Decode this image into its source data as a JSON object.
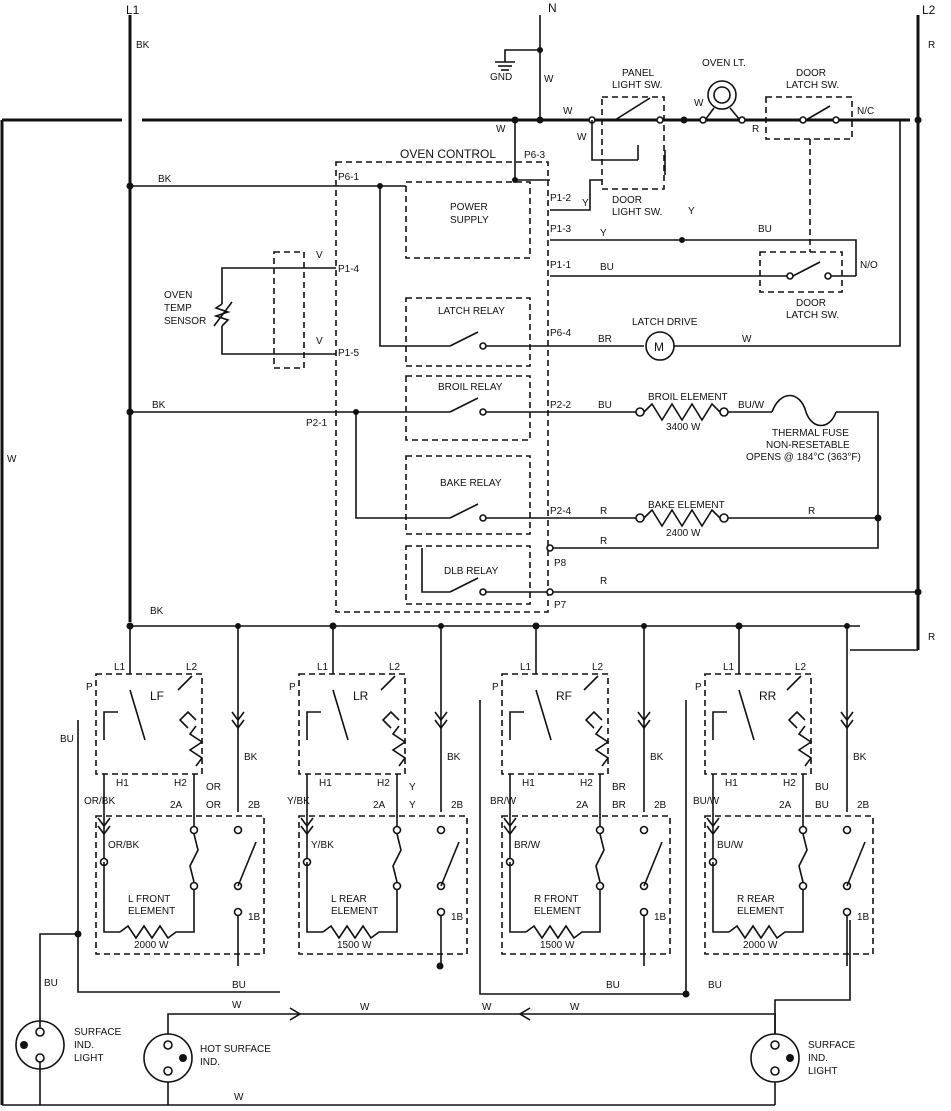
{
  "lines": {
    "l1": "L1",
    "l2": "L2",
    "n": "N"
  },
  "ground": "GND",
  "oven_control": {
    "title": "OVEN CONTROL",
    "power_supply": [
      "POWER",
      "SUPPLY"
    ],
    "latch_relay": "LATCH RELAY",
    "broil_relay": "BROIL RELAY",
    "bake_relay": "BAKE RELAY",
    "dlb_relay": "DLB RELAY",
    "pins": {
      "p6_1": "P6-1",
      "p6_3": "P6-3",
      "p6_4": "P6-4",
      "p1_2": "P1-2",
      "p1_3": "P1-3",
      "p1_1": "P1-1",
      "p1_4": "P1-4",
      "p1_5": "P1-5",
      "p2_1": "P2-1",
      "p2_2": "P2-2",
      "p2_4": "P2-4",
      "p8": "P8",
      "p7": "P7"
    }
  },
  "components": {
    "panel_light_sw": [
      "PANEL",
      "LIGHT SW."
    ],
    "oven_light": "OVEN LT.",
    "door_latch_sw_top": [
      "DOOR",
      "LATCH SW."
    ],
    "door_light_sw": [
      "DOOR",
      "LIGHT SW."
    ],
    "door_latch_sw_bottom": [
      "DOOR",
      "LATCH SW."
    ],
    "oven_temp_sensor": [
      "OVEN",
      "TEMP",
      "SENSOR"
    ],
    "latch_drive": "LATCH DRIVE",
    "motor": "M",
    "broil_element": "BROIL ELEMENT",
    "broil_watts": "3400 W",
    "thermal_fuse": [
      "THERMAL FUSE",
      "NON-RESETABLE",
      "OPENS @ 184°C (363°F)"
    ],
    "bake_element": "BAKE ELEMENT",
    "bake_watts": "2400 W",
    "nc": "N/C",
    "no": "N/O"
  },
  "switches": [
    {
      "code": "LF",
      "element": [
        "L FRONT",
        "ELEMENT"
      ],
      "watts": "2000 W",
      "h_color": "OR/BK",
      "sw_color": "OR"
    },
    {
      "code": "LR",
      "element": [
        "L REAR",
        "ELEMENT"
      ],
      "watts": "1500 W",
      "h_color": "Y/BK",
      "sw_color": "Y"
    },
    {
      "code": "RF",
      "element": [
        "R FRONT",
        "ELEMENT"
      ],
      "watts": "1500 W",
      "h_color": "BR/W",
      "sw_color": "BR"
    },
    {
      "code": "RR",
      "element": [
        "R REAR",
        "ELEMENT"
      ],
      "watts": "2000 W",
      "h_color": "BU/W",
      "sw_color": "BU"
    }
  ],
  "switch_terms": {
    "l1": "L1",
    "l2": "L2",
    "p": "P",
    "h1": "H1",
    "h2": "H2",
    "t2a": "2A",
    "t2b": "2B",
    "t1b": "1B"
  },
  "indicators": {
    "surface_left": [
      "SURFACE",
      "IND.",
      "LIGHT"
    ],
    "hot_surface": [
      "HOT SURFACE",
      "IND."
    ],
    "surface_right": [
      "SURFACE",
      "IND.",
      "LIGHT"
    ]
  },
  "wire_colors": {
    "bk": "BK",
    "w": "W",
    "r": "R",
    "y": "Y",
    "bu": "BU",
    "br": "BR",
    "or": "OR",
    "bu_w": "BU/W"
  }
}
